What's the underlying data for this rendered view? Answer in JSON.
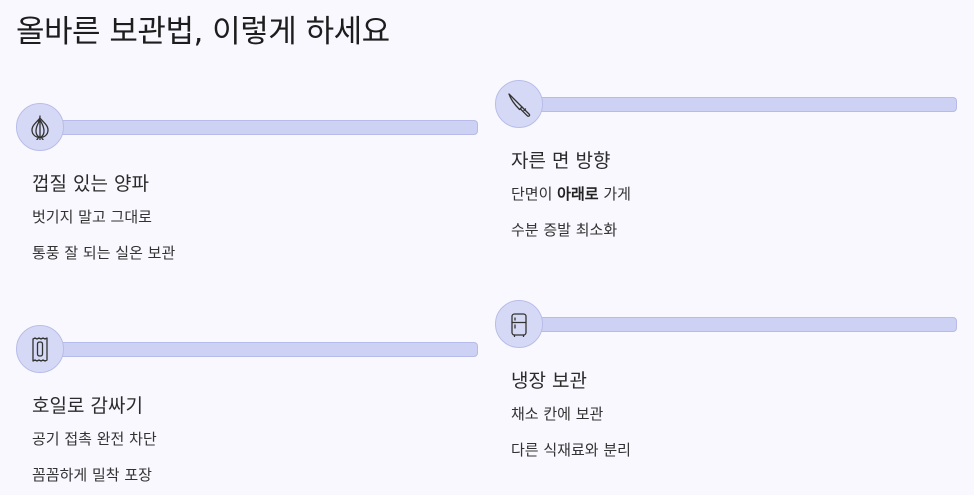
{
  "title": "올바른 보관법, 이렇게 하세요",
  "cards": [
    {
      "icon": "onion-icon",
      "heading": "껍질 있는 양파",
      "lines": [
        "벗기지 말고 그대로",
        "통풍 잘 되는 실온 보관"
      ]
    },
    {
      "icon": "knife-icon",
      "heading": "자른 면 방향",
      "line1_before": "단면이 ",
      "line1_bold": "아래로",
      "line1_after": " 가게",
      "lines": [
        "수분 증발 최소화"
      ]
    },
    {
      "icon": "wrap-icon",
      "heading": "호일로 감싸기",
      "lines": [
        "공기 접촉 완전 차단",
        "꼼꼼하게 밀착 포장"
      ]
    },
    {
      "icon": "fridge-icon",
      "heading": "냉장 보관",
      "lines": [
        "채소 칸에 보관",
        "다른 식재료와 분리"
      ]
    }
  ]
}
